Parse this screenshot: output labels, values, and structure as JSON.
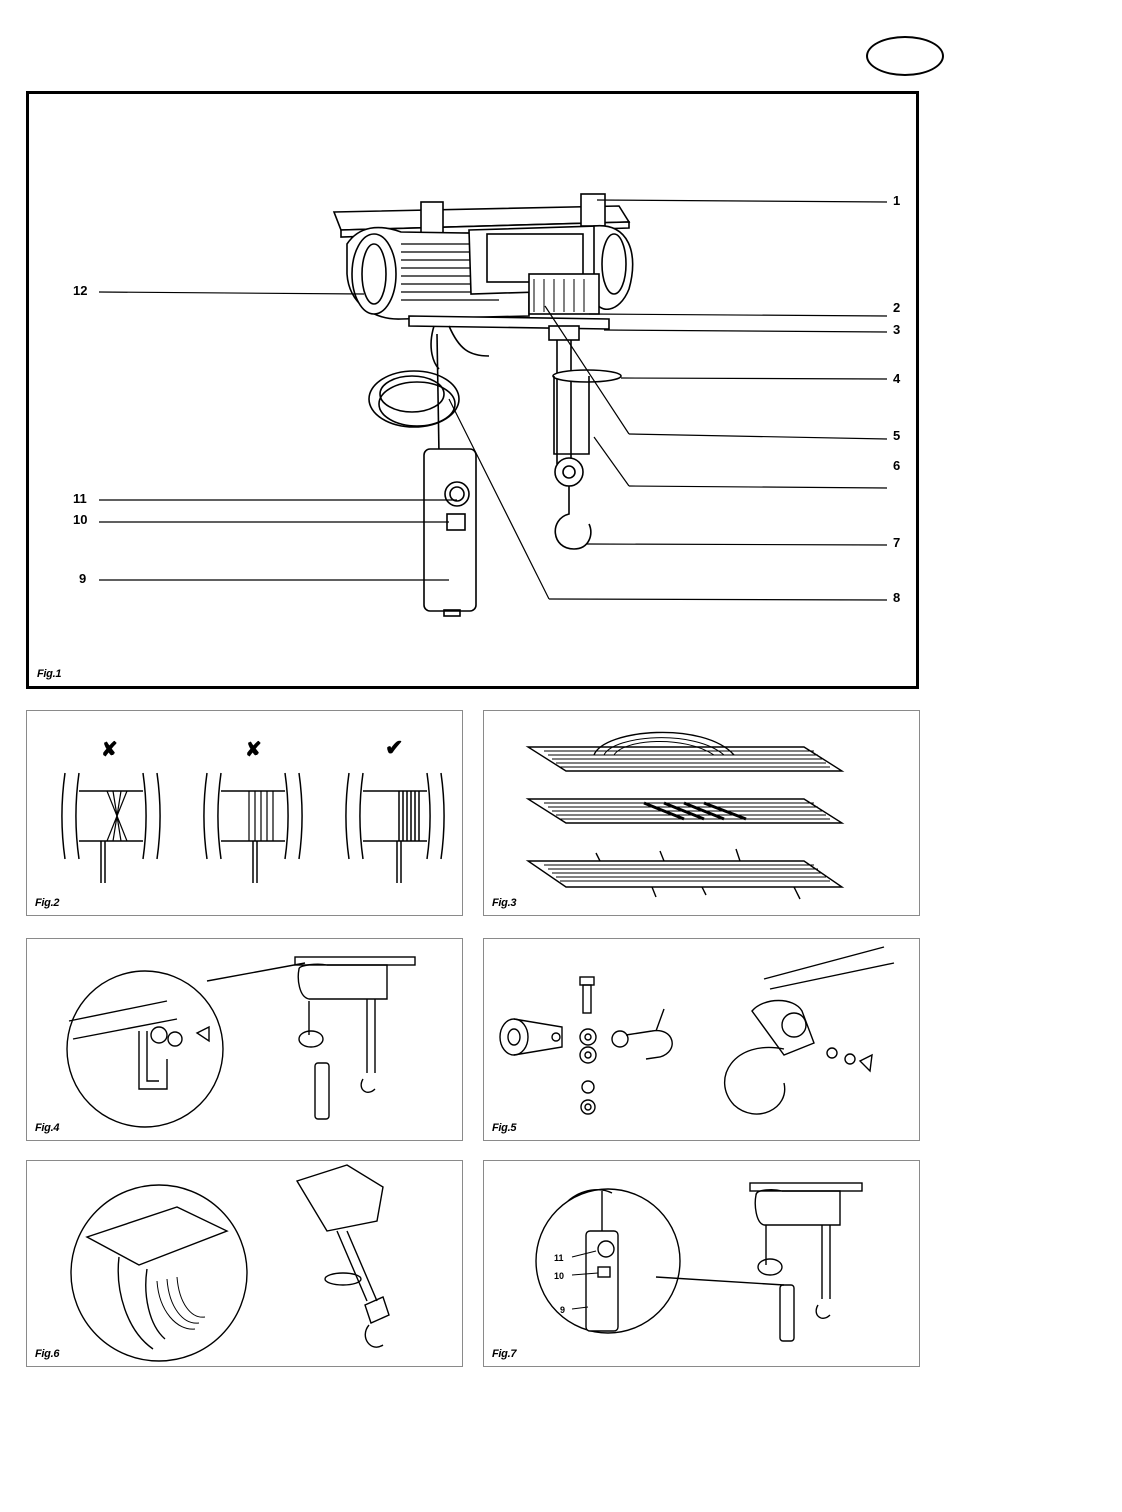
{
  "figures": {
    "fig1": {
      "label": "Fig.1",
      "callouts_right": [
        "1",
        "2",
        "3",
        "4",
        "5",
        "6",
        "7",
        "8"
      ],
      "callouts_left": [
        "12",
        "11",
        "10",
        "9"
      ]
    },
    "fig2": {
      "label": "Fig.2",
      "marks": [
        "✘",
        "✘",
        "✔"
      ]
    },
    "fig3": {
      "label": "Fig.3"
    },
    "fig4": {
      "label": "Fig.4"
    },
    "fig5": {
      "label": "Fig.5"
    },
    "fig6": {
      "label": "Fig.6"
    },
    "fig7": {
      "label": "Fig.7",
      "callouts": [
        "11",
        "10",
        "9"
      ]
    }
  },
  "colors": {
    "ink": "#000000",
    "panel_border_small": "#8a8a8a",
    "background": "#ffffff"
  }
}
